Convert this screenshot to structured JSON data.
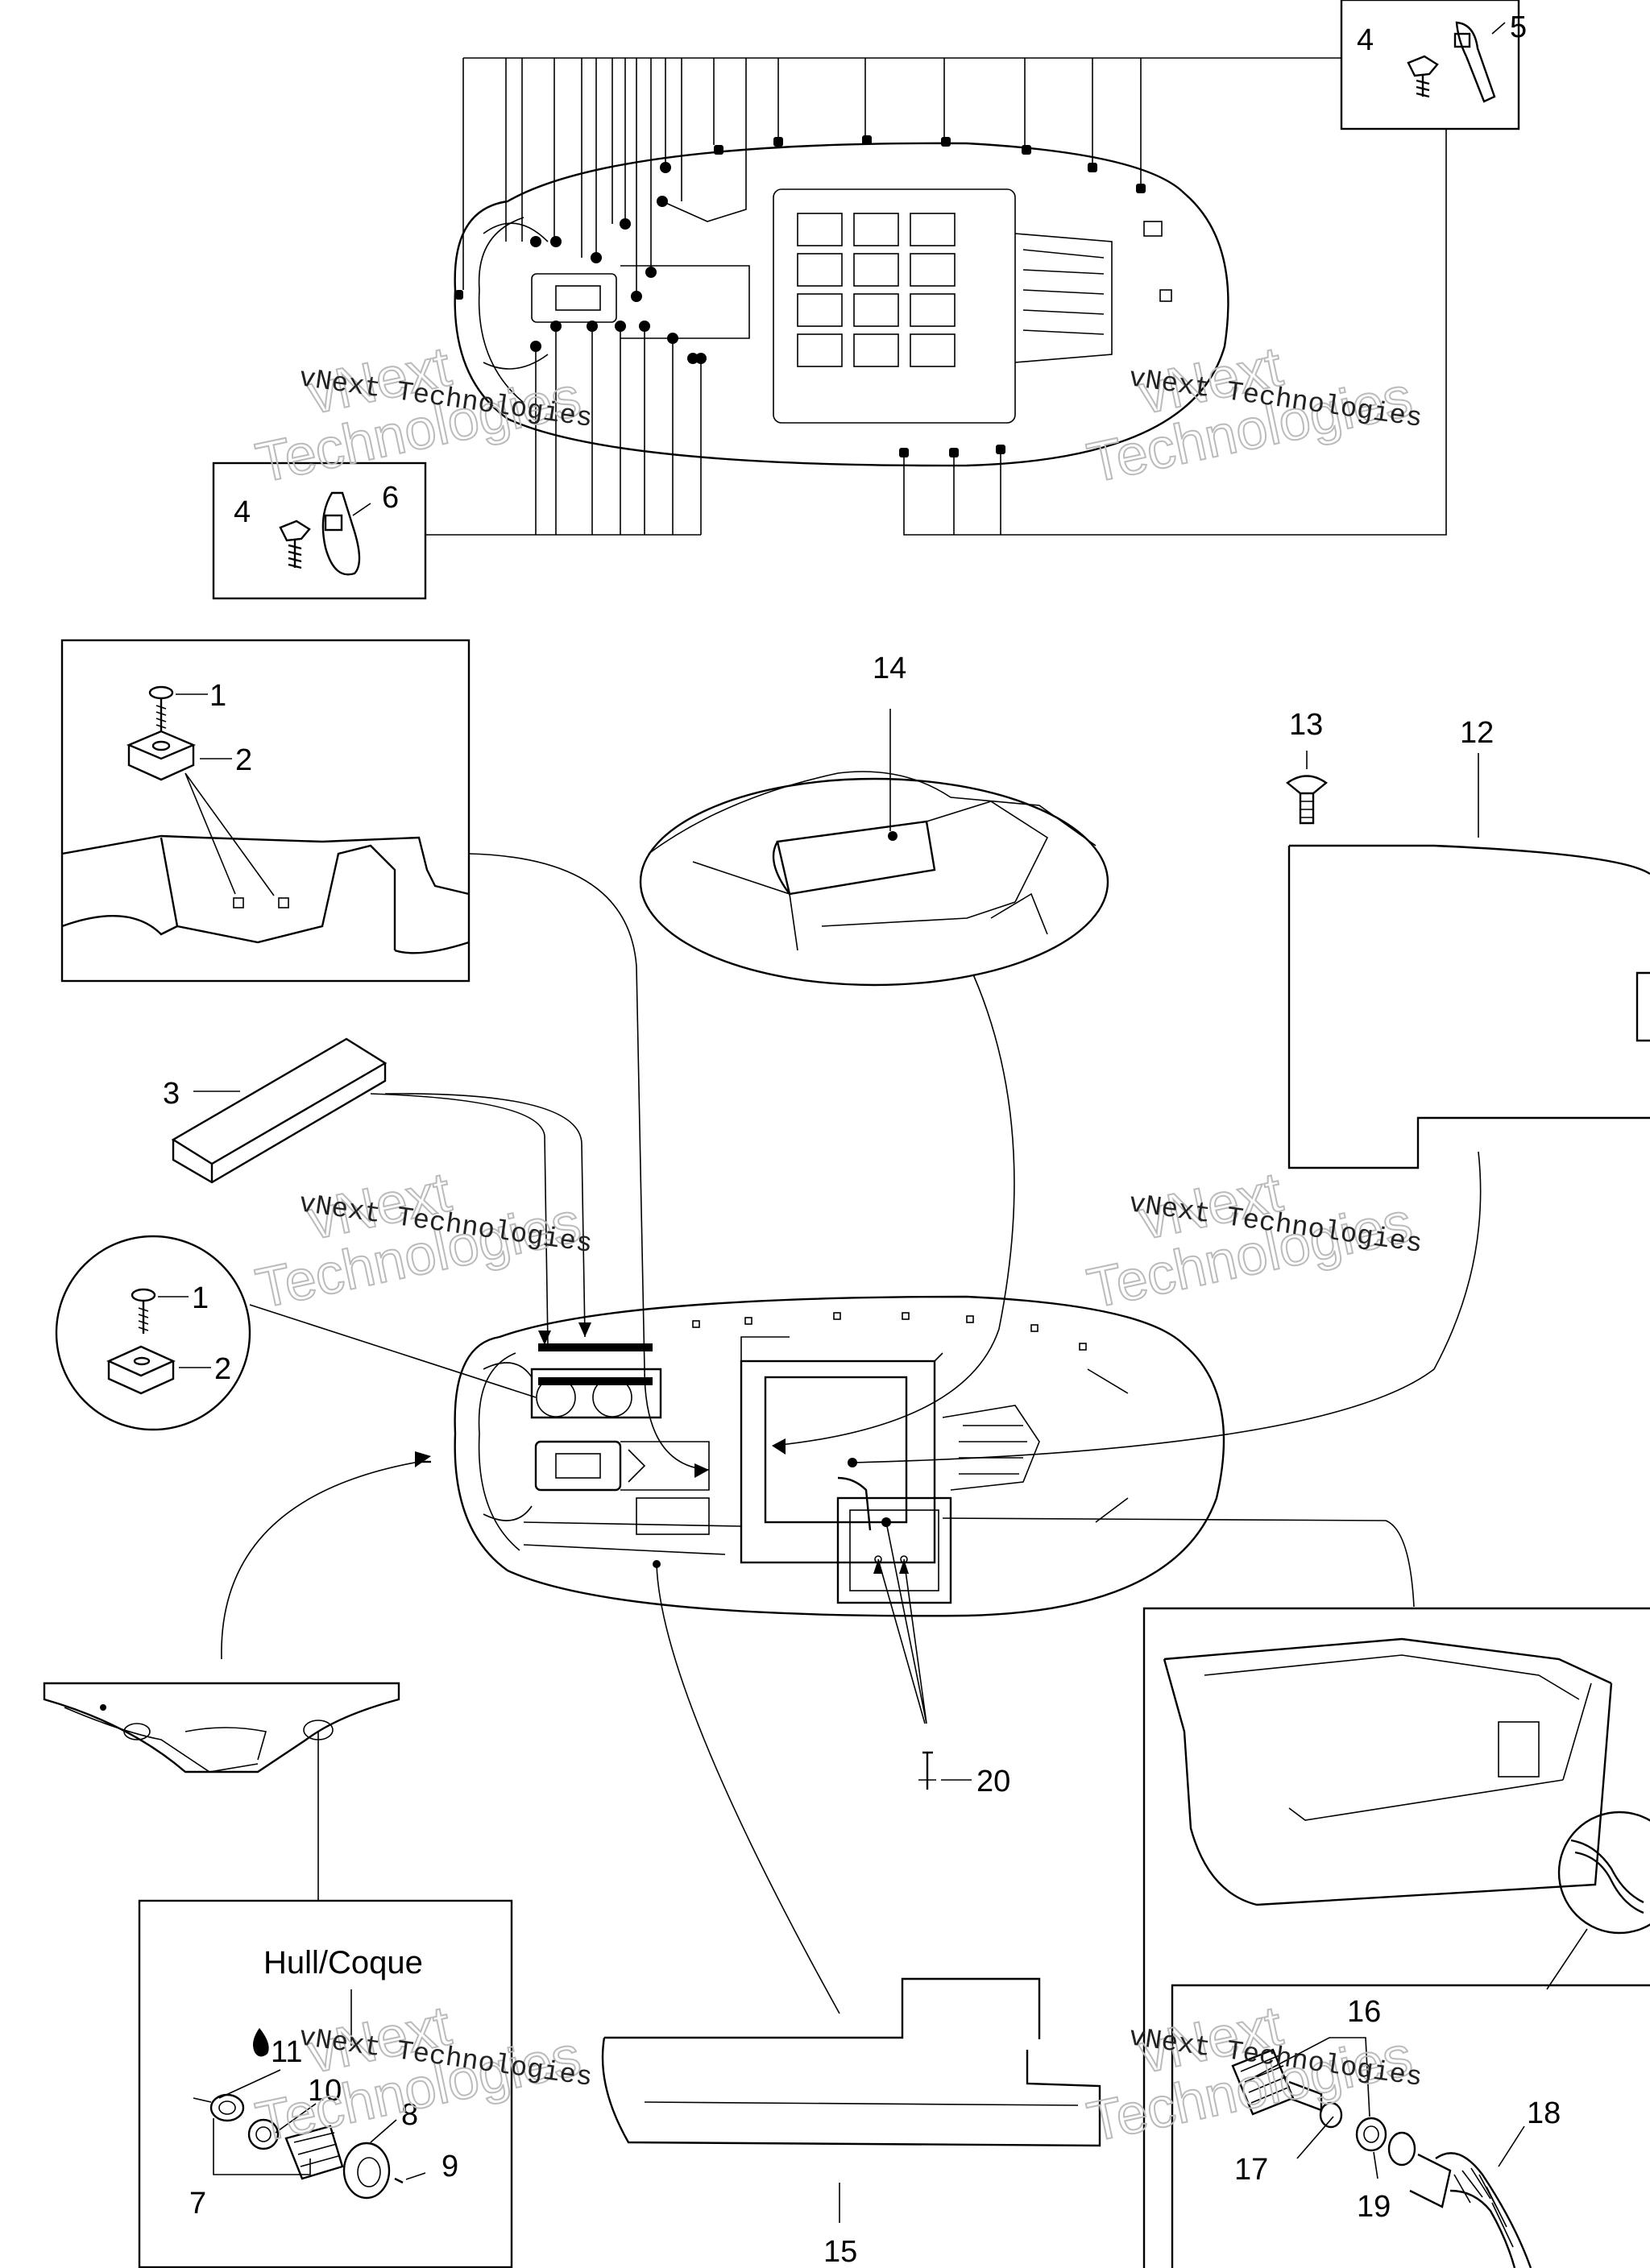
{
  "labels": {
    "p1a": "1",
    "p1b": "1",
    "p2a": "2",
    "p2b": "2",
    "p3": "3",
    "p4a": "4",
    "p4b": "4",
    "p5": "5",
    "p6": "6",
    "p7": "7",
    "p8": "8",
    "p9": "9",
    "p10": "10",
    "p11": "11",
    "p12": "12",
    "p13": "13",
    "p14": "14",
    "p15": "15",
    "p16": "16",
    "p17": "17",
    "p18": "18",
    "p19": "19",
    "p20": "20"
  },
  "hull_label": "Hull/Coque",
  "watermark": {
    "line1": "vNext Technologies",
    "line2": "Technologies",
    "line3": "vNext"
  },
  "colors": {
    "ink": "#000000",
    "watermark": "#bbbbbb",
    "paper": "#ffffff"
  }
}
